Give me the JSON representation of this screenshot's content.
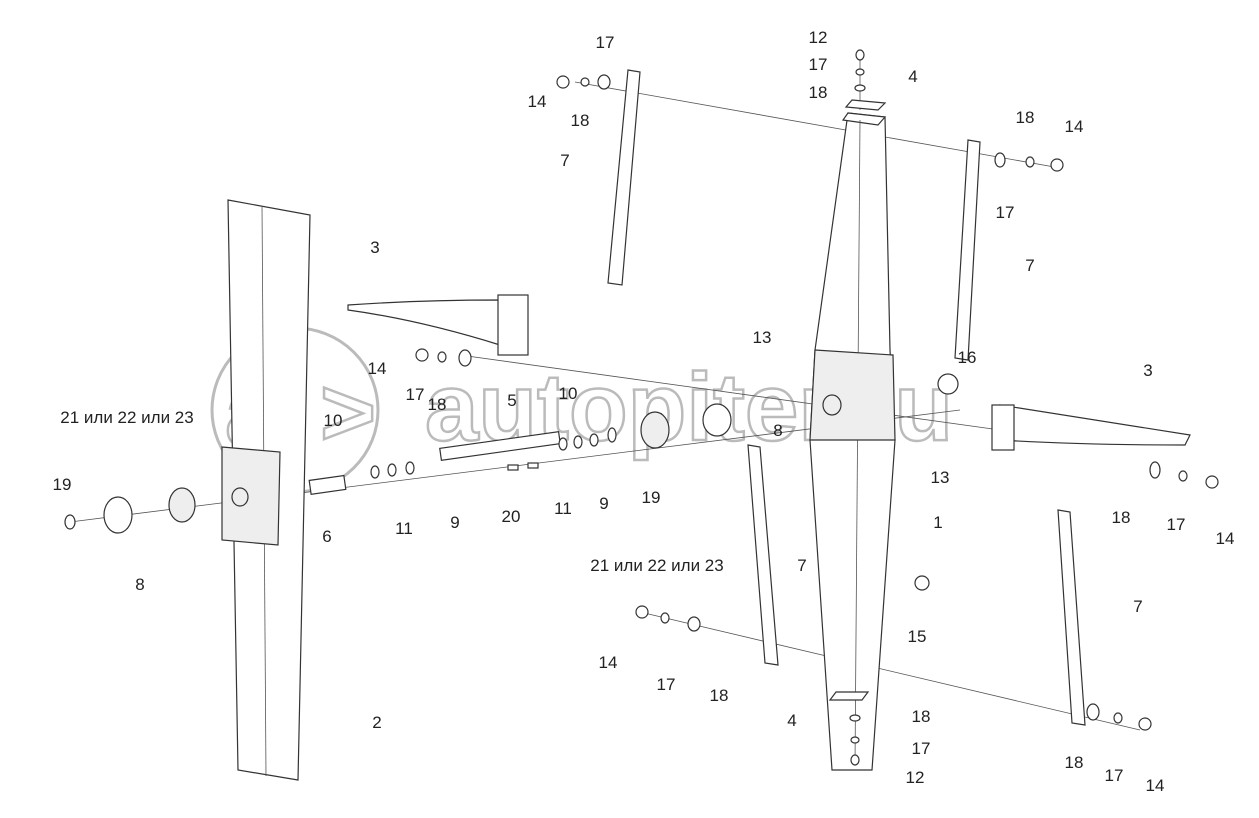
{
  "watermark": "autopiter.ru",
  "labels": [
    "12",
    "17",
    "17",
    "4",
    "14",
    "18",
    "18",
    "18",
    "14",
    "7",
    "17",
    "3",
    "7",
    "13",
    "16",
    "3",
    "14",
    "17",
    "18",
    "5",
    "10",
    "21 или 22 или 23",
    "10",
    "8",
    "13",
    "19",
    "6",
    "11",
    "9",
    "11",
    "9",
    "19",
    "20",
    "18",
    "17",
    "14",
    "1",
    "21 или 22 или 23",
    "7",
    "8",
    "7",
    "15",
    "14",
    "17",
    "18",
    "2",
    "4",
    "18",
    "17",
    "12",
    "18",
    "17",
    "14"
  ]
}
